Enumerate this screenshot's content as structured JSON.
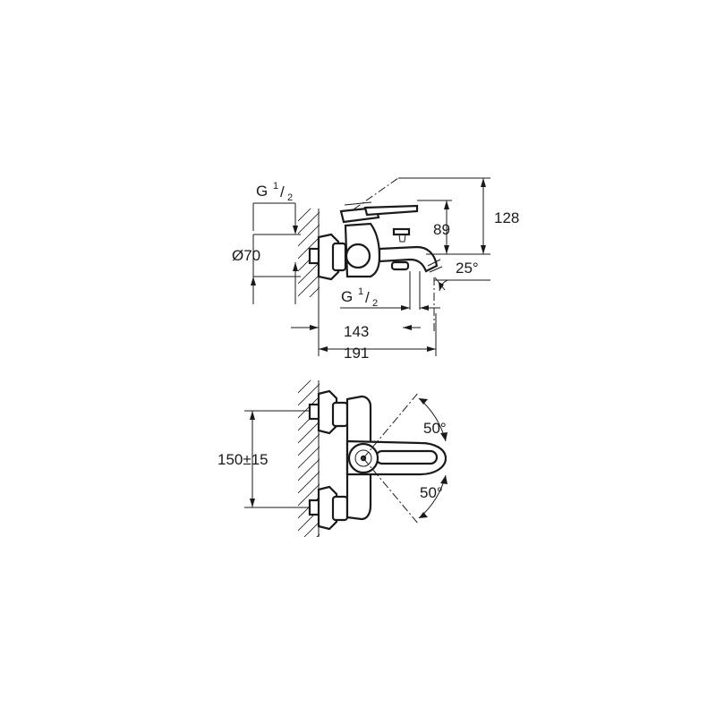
{
  "side_view": {
    "inlet_thread": {
      "main": "G",
      "num": "1",
      "slash": "/",
      "den": "2"
    },
    "outlet_thread": {
      "main": "G",
      "num": "1",
      "slash": "/",
      "den": "2"
    },
    "rosette_diameter": "Ø70",
    "height_total": "128",
    "height_spout": "89",
    "spout_angle": "25°",
    "projection_outlet": "143",
    "projection_total": "191"
  },
  "front_view": {
    "center_distance": "150±15",
    "lever_angle_up": "50°",
    "lever_angle_down": "50°"
  }
}
